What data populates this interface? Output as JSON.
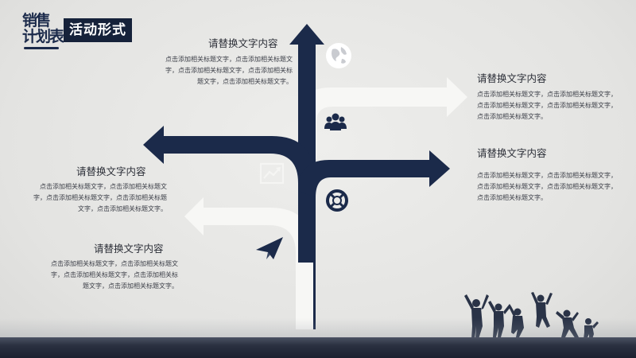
{
  "logo": {
    "line1": "销售",
    "line2": "计划表"
  },
  "slide_title": "活动形式",
  "sections": [
    {
      "heading": "请替换文字内容",
      "body": "点击添加相关标题文字，点击添加相关标题文字，点击添加相关标题文字，点击添加相关标题文字，点击添加相关标题文字。"
    },
    {
      "heading": "请替换文字内容",
      "body": "点击添加相关标题文字，点击添加相关标题文字，点击添加相关标题文字，点击添加相关标题文字，点击添加相关标题文字。"
    },
    {
      "heading": "请替换文字内容",
      "body": "点击添加相关标题文字，点击添加相关标题文字，点击添加相关标题文字，点击添加相关标题文字，点击添加相关标题文字。"
    },
    {
      "heading": "请替换文字内容",
      "body": "点击添加相关标题文字，点击添加相关标题文字，点击添加相关标题文字，点击添加相关标题文字，点击添加相关标题文字。"
    },
    {
      "heading": "请替换文字内容",
      "body": "点击添加相关标题文字，点击添加相关标题文字，点击添加相关标题文字，点击添加相关标题文字，点击添加相关标题文字。"
    }
  ],
  "icons": [
    "globe-icon",
    "group-icon",
    "growth-chart-icon",
    "lifebuoy-icon",
    "paper-plane-icon"
  ],
  "colors": {
    "navy": "#1b2a4a",
    "white_arrow": "#f7f7f5",
    "background": "#e6e6e4"
  }
}
